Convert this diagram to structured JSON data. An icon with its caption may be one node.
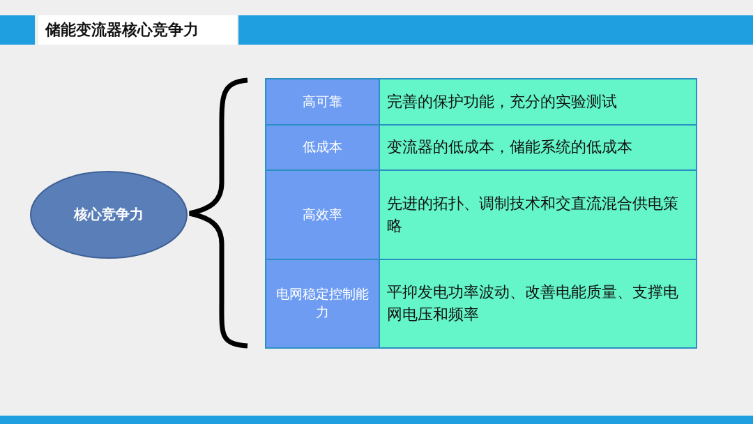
{
  "diagram": {
    "title": "储能变流器核心竞争力",
    "nodes": [
      {
        "text": [
          "核心竞争力"
        ]
      }
    ],
    "labels": [
      "高可靠",
      "完善的保护功能，充分的实验测试",
      "低成本",
      "变流器的低成本，储能系统的低成本",
      "高效率",
      "先进的拓扑、调制技术和交直流混合供电策略",
      "电网稳定控制能力",
      "平抑发电功率波动、改善电能质量、支撑电网电压和频率"
    ]
  }
}
